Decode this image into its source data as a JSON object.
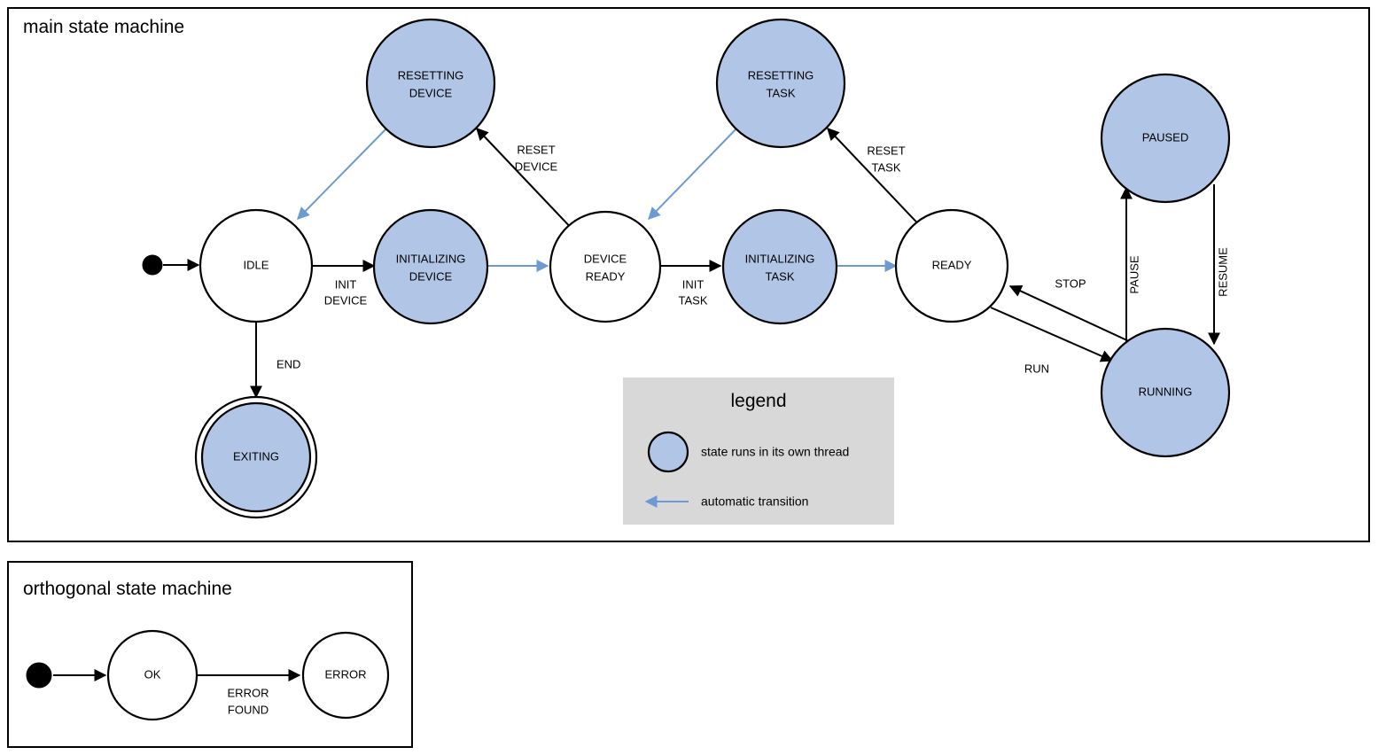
{
  "colors": {
    "thread_state_fill": "#b1c5e7",
    "auto_transition": "#6c9bd2",
    "legend_bg": "#d8d8d8",
    "stroke": "#000000",
    "background": "#ffffff"
  },
  "main_machine": {
    "title": "main state machine",
    "states": [
      {
        "id": "idle",
        "label_line1": "IDLE",
        "label_line2": "",
        "threaded": false,
        "final": false
      },
      {
        "id": "resetting-device",
        "label_line1": "RESETTING",
        "label_line2": "DEVICE",
        "threaded": true,
        "final": false
      },
      {
        "id": "initializing-device",
        "label_line1": "INITIALIZING",
        "label_line2": "DEVICE",
        "threaded": true,
        "final": false
      },
      {
        "id": "device-ready",
        "label_line1": "DEVICE",
        "label_line2": "READY",
        "threaded": false,
        "final": false
      },
      {
        "id": "resetting-task",
        "label_line1": "RESETTING",
        "label_line2": "TASK",
        "threaded": true,
        "final": false
      },
      {
        "id": "initializing-task",
        "label_line1": "INITIALIZING",
        "label_line2": "TASK",
        "threaded": true,
        "final": false
      },
      {
        "id": "ready",
        "label_line1": "READY",
        "label_line2": "",
        "threaded": false,
        "final": false
      },
      {
        "id": "paused",
        "label_line1": "PAUSED",
        "label_line2": "",
        "threaded": true,
        "final": false
      },
      {
        "id": "running",
        "label_line1": "RUNNING",
        "label_line2": "",
        "threaded": true,
        "final": false
      },
      {
        "id": "exiting",
        "label_line1": "EXITING",
        "label_line2": "",
        "threaded": true,
        "final": true
      }
    ],
    "transitions": [
      {
        "id": "start-idle",
        "from": "initial",
        "to": "idle",
        "label_line1": "",
        "label_line2": "",
        "automatic": false
      },
      {
        "id": "idle-init-device",
        "from": "idle",
        "to": "initializing-device",
        "label_line1": "INIT",
        "label_line2": "DEVICE",
        "automatic": false
      },
      {
        "id": "idle-end",
        "from": "idle",
        "to": "exiting",
        "label_line1": "END",
        "label_line2": "",
        "automatic": false
      },
      {
        "id": "resetting-device-idle",
        "from": "resetting-device",
        "to": "idle",
        "label_line1": "",
        "label_line2": "",
        "automatic": true
      },
      {
        "id": "initializing-device-device-ready",
        "from": "initializing-device",
        "to": "device-ready",
        "label_line1": "",
        "label_line2": "",
        "automatic": true
      },
      {
        "id": "device-ready-reset-device",
        "from": "device-ready",
        "to": "resetting-device",
        "label_line1": "RESET",
        "label_line2": "DEVICE",
        "automatic": false
      },
      {
        "id": "device-ready-init-task",
        "from": "device-ready",
        "to": "initializing-task",
        "label_line1": "INIT",
        "label_line2": "TASK",
        "automatic": false
      },
      {
        "id": "resetting-task-device-ready",
        "from": "resetting-task",
        "to": "device-ready",
        "label_line1": "",
        "label_line2": "",
        "automatic": true
      },
      {
        "id": "initializing-task-ready",
        "from": "initializing-task",
        "to": "ready",
        "label_line1": "",
        "label_line2": "",
        "automatic": true
      },
      {
        "id": "ready-reset-task",
        "from": "ready",
        "to": "resetting-task",
        "label_line1": "RESET",
        "label_line2": "TASK",
        "automatic": false
      },
      {
        "id": "ready-run",
        "from": "ready",
        "to": "running",
        "label_line1": "RUN",
        "label_line2": "",
        "automatic": false
      },
      {
        "id": "running-stop",
        "from": "running",
        "to": "ready",
        "label_line1": "STOP",
        "label_line2": "",
        "automatic": false
      },
      {
        "id": "running-pause",
        "from": "running",
        "to": "paused",
        "label_line1": "PAUSE",
        "label_line2": "",
        "automatic": false
      },
      {
        "id": "paused-resume",
        "from": "paused",
        "to": "running",
        "label_line1": "RESUME",
        "label_line2": "",
        "automatic": false
      }
    ]
  },
  "legend": {
    "title": "legend",
    "items": [
      {
        "id": "thread-state",
        "symbol": "blue-circle",
        "text": "state runs in its own thread"
      },
      {
        "id": "auto-arrow",
        "symbol": "blue-arrow",
        "text": "automatic transition"
      }
    ]
  },
  "orthogonal_machine": {
    "title": "orthogonal state machine",
    "states": [
      {
        "id": "ok",
        "label_line1": "OK",
        "label_line2": "",
        "threaded": false,
        "final": false
      },
      {
        "id": "error",
        "label_line1": "ERROR",
        "label_line2": "",
        "threaded": false,
        "final": false
      }
    ],
    "transitions": [
      {
        "id": "start-ok",
        "from": "initial",
        "to": "ok",
        "label_line1": "",
        "label_line2": "",
        "automatic": false
      },
      {
        "id": "ok-error",
        "from": "ok",
        "to": "error",
        "label_line1": "ERROR",
        "label_line2": "FOUND",
        "automatic": false
      }
    ]
  }
}
